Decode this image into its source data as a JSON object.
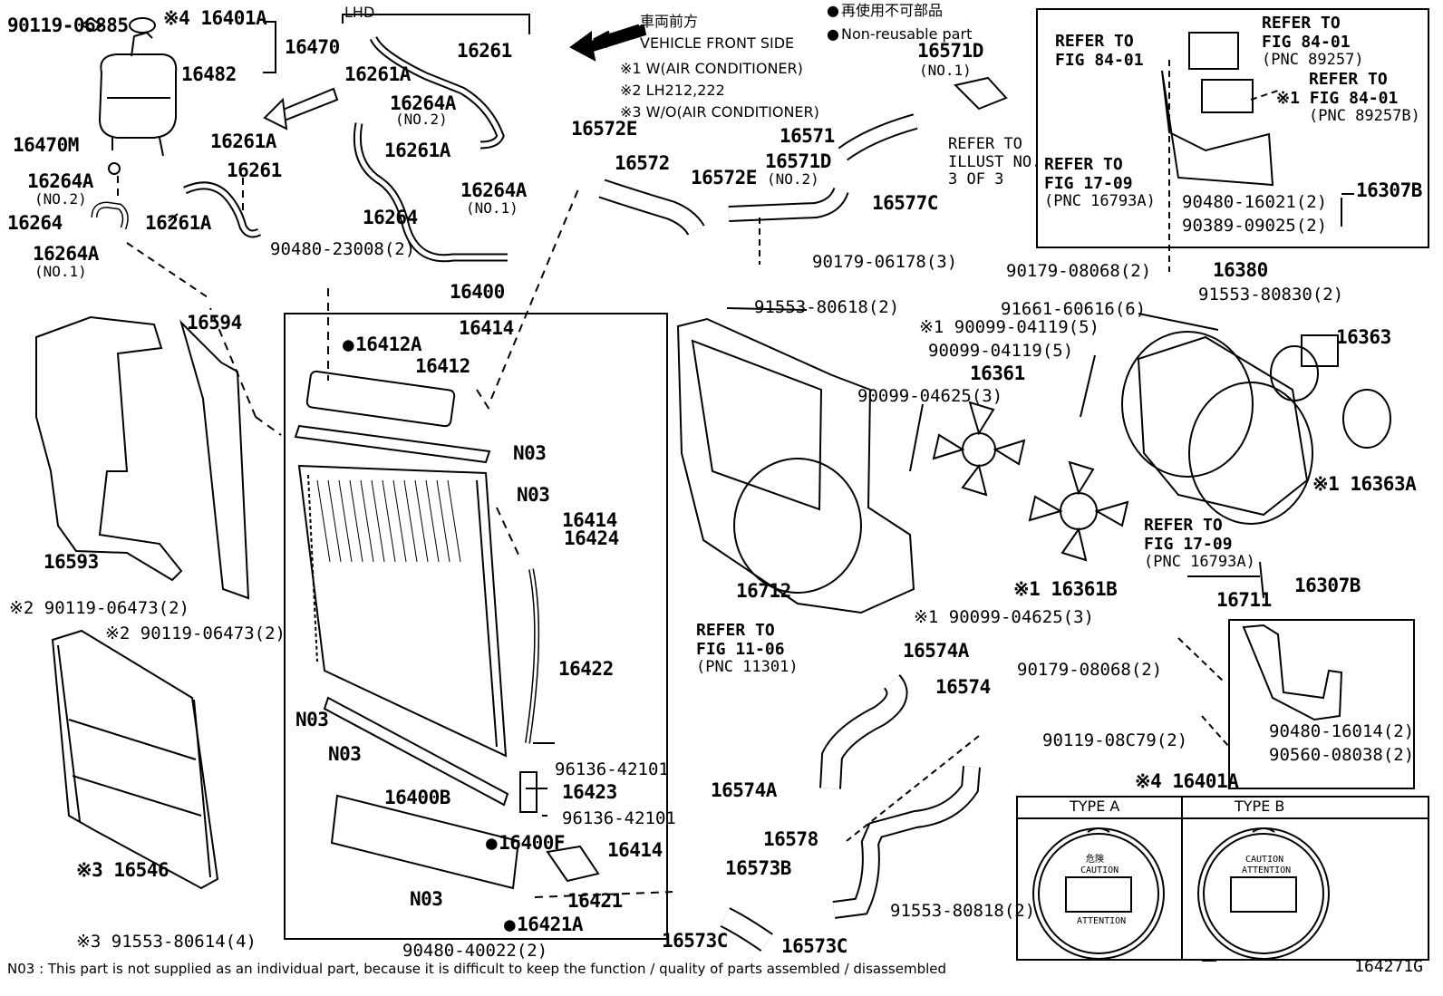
{
  "legend": {
    "front_jp": "車両前方",
    "front_en": "VEHICLE FRONT SIDE",
    "note1": "※1 W(AIR CONDITIONER)",
    "note2": "※2 LH212,222",
    "note3": "※3 W/O(AIR CONDITIONER)",
    "nonreuse_jp": "再使用不可部品",
    "nonreuse_en": "Non-reusable part",
    "lhd": "LHD"
  },
  "labels": {
    "p90119_06885": "90119-06885",
    "p16401A_top": "※4 16401A",
    "p16470": "16470",
    "p16482": "16482",
    "p16470M": "16470M",
    "p16261A_a": "16261A",
    "p16261_a": "16261",
    "p16264A_no2a": "16264A",
    "p16264A_no2a_sub": "(NO.2)",
    "p16264": "16264",
    "p16261A_b": "16261A",
    "p16264A_no1a": "16264A",
    "p16264A_no1a_sub": "(NO.1)",
    "p16261_b": "16261",
    "p16261A_c": "16261A",
    "p16264A_no2b": "16264A",
    "p16264A_no2b_sub": "(NO.2)",
    "p16261A_d": "16261A",
    "p16264_b": "16264",
    "p16264A_no1b": "16264A",
    "p16264A_no1b_sub": "(NO.1)",
    "p90480_23008": "90480-23008(2)",
    "p16400": "16400",
    "p16414_a": "16414",
    "p16412A": "16412A",
    "p16412": "16412",
    "pN03_a": "N03",
    "pN03_b": "N03",
    "p16414_b": "16414",
    "p16424": "16424",
    "p16422": "16422",
    "pN03_c": "N03",
    "pN03_d": "N03",
    "p96136_a": "96136-42101",
    "p16423": "16423",
    "p96136_b": "96136-42101",
    "p16400B": "16400B",
    "p16400F": "16400F",
    "p16414_c": "16414",
    "pN03_e": "N03",
    "p16421": "16421",
    "p16421A": "16421A",
    "p90480_40022": "90480-40022(2)",
    "p16594": "16594",
    "p16593": "16593",
    "p90119_06473_a": "※2 90119-06473(2)",
    "p90119_06473_b": "※2 90119-06473(2)",
    "p16546": "※3 16546",
    "p91553_80614": "※3 91553-80614(4)",
    "p16572E_a": "16572E",
    "p16572": "16572",
    "p16572E_b": "16572E",
    "p16571": "16571",
    "p16571D_a": "16571D",
    "p16571D_a_sub": "(NO.1)",
    "p16571D_b": "16571D",
    "p16571D_b_sub": "(NO.2)",
    "p16577C": "16577C",
    "p90179_06178": "90179-06178(3)",
    "p91553_80618": "91553-80618(2)",
    "p16712": "16712",
    "p90099_04119_a": "※1 90099-04119(5)",
    "p90099_04119_b": "90099-04119(5)",
    "p16361": "16361",
    "p90099_04625_a": "90099-04625(3)",
    "p16361B": "※1 16361B",
    "p90099_04625_b": "※1 90099-04625(3)",
    "p91661_60616": "91661-60616(6)",
    "p16363": "16363",
    "p16363A": "※1 16363A",
    "p16711": "16711",
    "p16307B_a": "16307B",
    "p90480_16021": "90480-16021(2)",
    "p90389_09025": "90389-09025(2)",
    "p90179_08068_a": "90179-08068(2)",
    "p16380": "16380",
    "p91553_80830": "91553-80830(2)",
    "p16307B_b": "16307B",
    "p90179_08068_b": "90179-08068(2)",
    "p90119_08C79": "90119-08C79(2)",
    "p90480_16014": "90480-16014(2)",
    "p90560_08038": "90560-08038(2)",
    "p16401A_bottom": "※4 16401A",
    "p16574A_a": "16574A",
    "p16574": "16574",
    "p16574A_b": "16574A",
    "p16578": "16578",
    "p16573B": "16573B",
    "p16573C_a": "16573C",
    "p16573C_b": "16573C",
    "p91553_80818": "91553-80818(2)",
    "type_a": "TYPE A",
    "type_b": "TYPE B"
  },
  "refs": {
    "r_fig84_a_1": "REFER TO",
    "r_fig84_a_2": "FIG 84-01",
    "r_fig84_b_1": "REFER TO",
    "r_fig84_b_2": "FIG 84-01",
    "r_fig84_b_3": "(PNC 89257)",
    "r_fig84_c_1": "REFER TO",
    "r_fig84_c_2": "※1 FIG 84-01",
    "r_fig84_c_3": "(PNC 89257B)",
    "r_fig17_a_1": "REFER TO",
    "r_fig17_a_2": "FIG 17-09",
    "r_fig17_a_3": "(PNC 16793A)",
    "r_fig17_b_1": "REFER TO",
    "r_fig17_b_2": "FIG 17-09",
    "r_fig17_b_3": "(PNC 16793A)",
    "r_illust_1": "REFER TO",
    "r_illust_2": "ILLUST NO.",
    "r_illust_3": "3 OF 3",
    "r_fig11_1": "REFER TO",
    "r_fig11_2": "FIG 11-06",
    "r_fig11_3": "(PNC 11301)"
  },
  "cap_text": {
    "warn_jp": "危険",
    "caution": "CAUTION",
    "attention": "ATTENTION",
    "caution_b": "CAUTION",
    "attention_b": "ATTENTION"
  },
  "footer": {
    "note": "N03 : This part is not supplied as an individual part, because it is difficult to keep the function / quality of parts assembled / disassembled",
    "code": "164271G"
  }
}
